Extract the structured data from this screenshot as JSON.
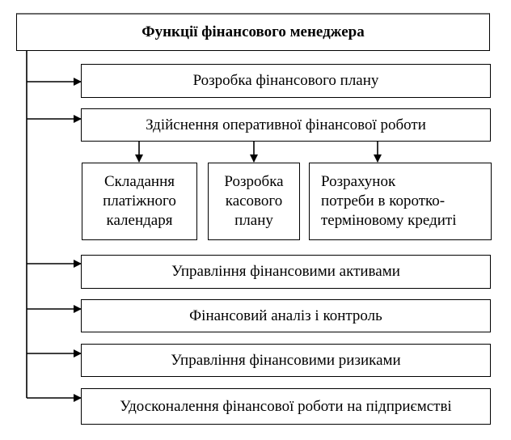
{
  "title": "Функції фінансового менеджера",
  "functions": [
    "Розробка фінансового плану",
    "Здійснення оперативної фінансової роботи",
    "Управління фінансовими активами",
    "Фінансовий аналіз і контроль",
    "Управління фінансовими ризиками",
    "Удосконалення фінансової роботи на підприємстві"
  ],
  "subtasks": [
    {
      "lines": [
        "Складання",
        "платіжного",
        "календаря"
      ]
    },
    {
      "lines": [
        "Розробка",
        "касового",
        "плану"
      ]
    },
    {
      "lines": [
        "Розрахунок",
        "потреби в коротко-",
        "терміновому кредиті"
      ]
    }
  ]
}
